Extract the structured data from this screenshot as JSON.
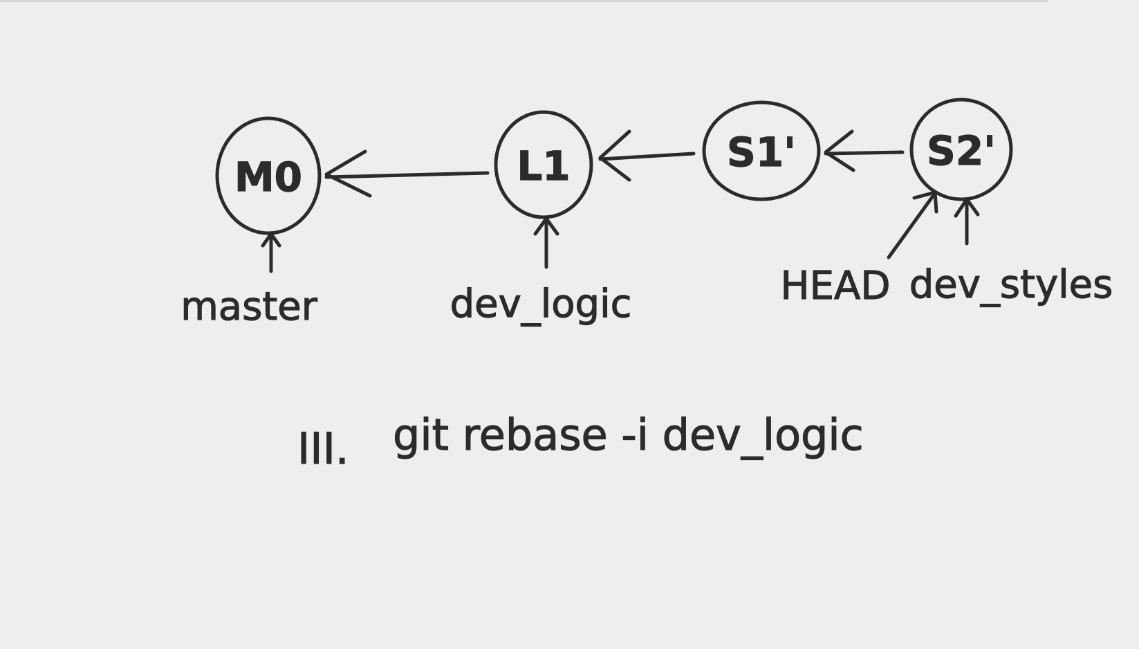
{
  "nodes": [
    {
      "id": "M0",
      "label": "M0"
    },
    {
      "id": "L1",
      "label": "L1"
    },
    {
      "id": "S1",
      "label": "S1'"
    },
    {
      "id": "S2",
      "label": "S2'"
    }
  ],
  "branches": {
    "master": "master",
    "dev_logic": "dev_logic",
    "head": "HEAD",
    "dev_styles": "dev_styles"
  },
  "command": {
    "step": "III.",
    "text": "git rebase -i dev_logic"
  }
}
